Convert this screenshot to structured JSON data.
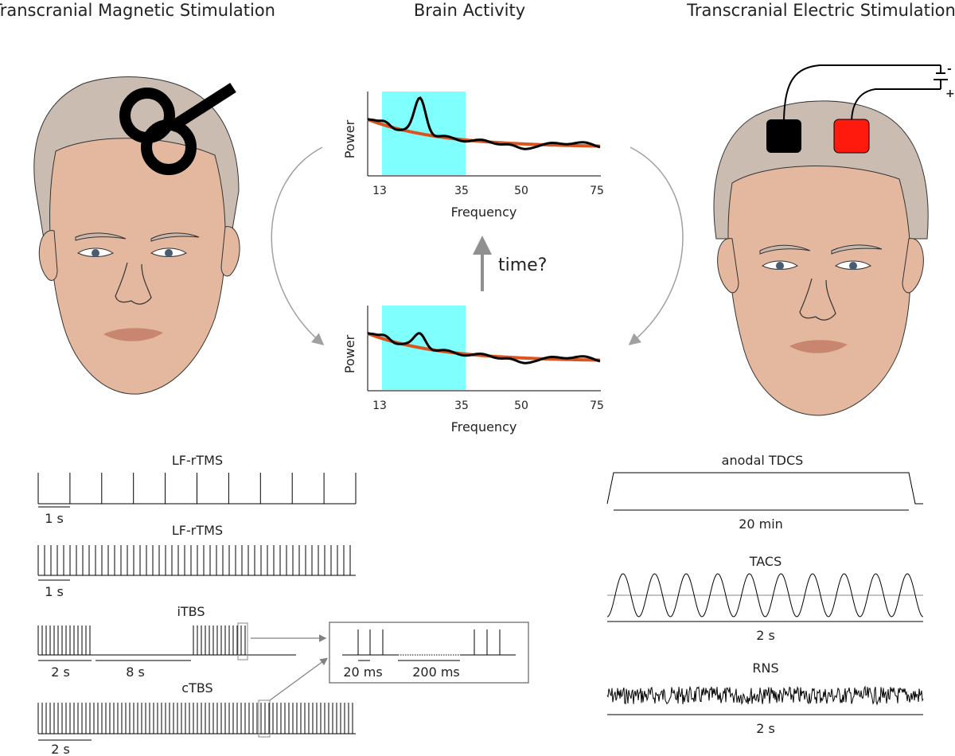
{
  "headers": {
    "tms": "Transcranial Magnetic Stimulation",
    "brain": "Brain Activity",
    "tes": "Transcranial Electric Stimulation"
  },
  "spectra": {
    "ylabel": "Power",
    "xlabel": "Frequency",
    "ticks": [
      "13",
      "35",
      "50",
      "75"
    ],
    "band_color": "#80ffff",
    "fit_color": "#d9541e",
    "time_label": "time?"
  },
  "tms_protocols": {
    "lf1": {
      "title": "LF-rTMS",
      "scale": "1 s"
    },
    "lf2": {
      "title": "LF-rTMS",
      "scale": "1 s"
    },
    "itbs": {
      "title": "iTBS",
      "scale_a": "2 s",
      "scale_b": "8 s"
    },
    "ctbs": {
      "title": "cTBS",
      "scale": "2 s"
    },
    "inset": {
      "scale_a": "20 ms",
      "scale_b": "200 ms"
    }
  },
  "tes_protocols": {
    "tdcs": {
      "title": "anodal TDCS",
      "scale": "20 min"
    },
    "tacs": {
      "title": "TACS",
      "scale": "2 s"
    },
    "rns": {
      "title": "RNS",
      "scale": "2 s"
    }
  },
  "battery": {
    "minus": "-",
    "plus": "+"
  },
  "colors": {
    "skin": "#e4b79f",
    "hair": "#cbbcb1",
    "electrode_black": "#000000",
    "electrode_red": "#ff1a0d",
    "arrow_gray": "#a0a0a0"
  }
}
